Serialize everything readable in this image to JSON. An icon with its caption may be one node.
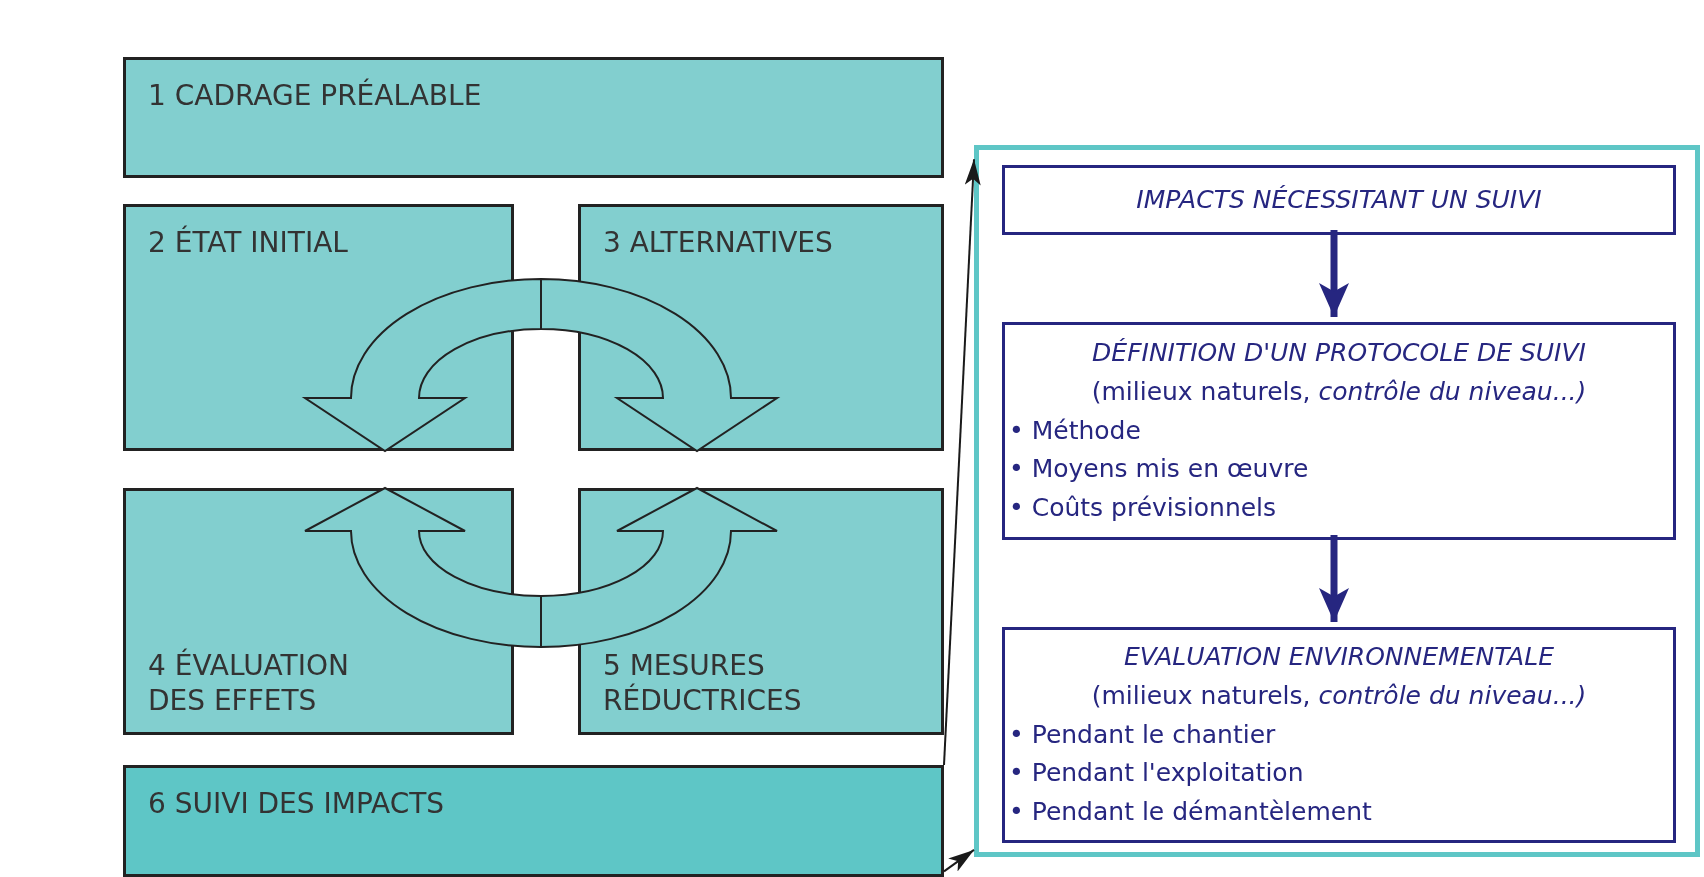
{
  "diagram": {
    "nodes": [
      {
        "text": [
          "1 CADRAGE PRÉALABLE"
        ]
      },
      {
        "text": [
          "2 ÉTAT INITIAL"
        ]
      },
      {
        "text": [
          "3 ALTERNATIVES"
        ]
      },
      {
        "text": [
          "4 ÉVALUATION DES EFFETS"
        ]
      },
      {
        "text": [
          "5 MESURES RÉDUCTRICES"
        ]
      },
      {
        "text": [
          "6 SUIVI DES IMPACTS"
        ]
      },
      {
        "text": [],
        "shape": "box"
      },
      {
        "text": [
          "IMPACTS NÉCESSITANT UN SUIVI"
        ],
        "in": 6
      },
      {
        "text": [
          "DÉFINITION D'UN PROTOCOLE DE SUIVI",
          "(milieux naturels, *contrôle du niveau...)*",
          "• Méthode",
          "• Moyens mis en œuvre",
          "• Coûts prévisionnels"
        ],
        "in": 6
      },
      {
        "text": [
          "EVALUATION ENVIRONNEMENTALE",
          "(milieux naturels, *contrôle du niveau...)*",
          "• Pendant le chantier",
          "• Pendant l'exploitation",
          "• Pendant le démantèlement"
        ],
        "in": 6
      }
    ],
    "edges": [
      {
        "from": null,
        "to": 1,
        "arrow": "to"
      },
      {
        "from": null,
        "to": 2,
        "arrow": "to"
      },
      {
        "from": null,
        "to": 3,
        "arrow": "to"
      },
      {
        "from": null,
        "to": 4,
        "arrow": "to"
      },
      {
        "from": 5,
        "to": 6,
        "arrow": "to"
      },
      {
        "from": 5,
        "to": 6,
        "arrow": "to"
      },
      {
        "from": 7,
        "to": 8,
        "arrow": "to",
        "style": "thick",
        "color": "#262680"
      },
      {
        "from": 8,
        "to": 9,
        "arrow": "to",
        "style": "thick",
        "color": "#262680"
      }
    ]
  }
}
